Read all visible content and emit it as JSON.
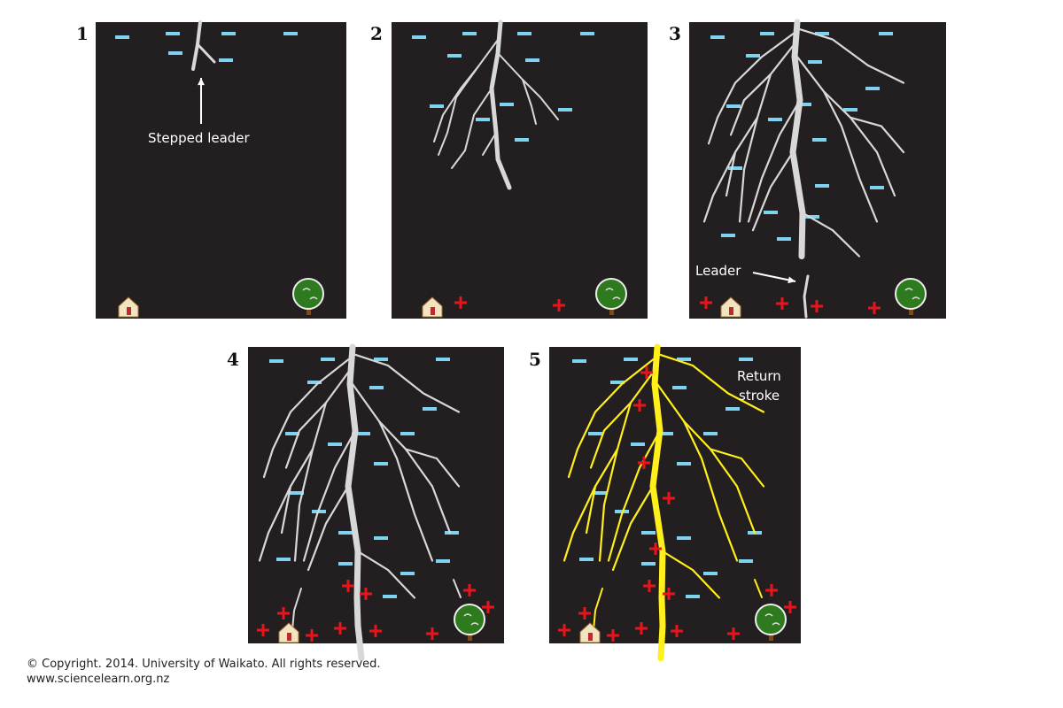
{
  "panels": [
    {
      "number": "1",
      "annotation": "Stepped leader"
    },
    {
      "number": "2"
    },
    {
      "number": "3",
      "annotation": "Leader"
    },
    {
      "number": "4"
    },
    {
      "number": "5",
      "annotation_lines": [
        "Return",
        "stroke"
      ]
    }
  ],
  "footer": {
    "copyright": "© Copyright. 2014. University of Waikato. All rights reserved.",
    "url": "www.sciencelearn.org.nz"
  },
  "colors": {
    "background": "#231f20",
    "negative": "#7fd3f0",
    "positive": "#e8141b",
    "leader": "#d8d8d8",
    "return_stroke": "#ffef1a"
  }
}
